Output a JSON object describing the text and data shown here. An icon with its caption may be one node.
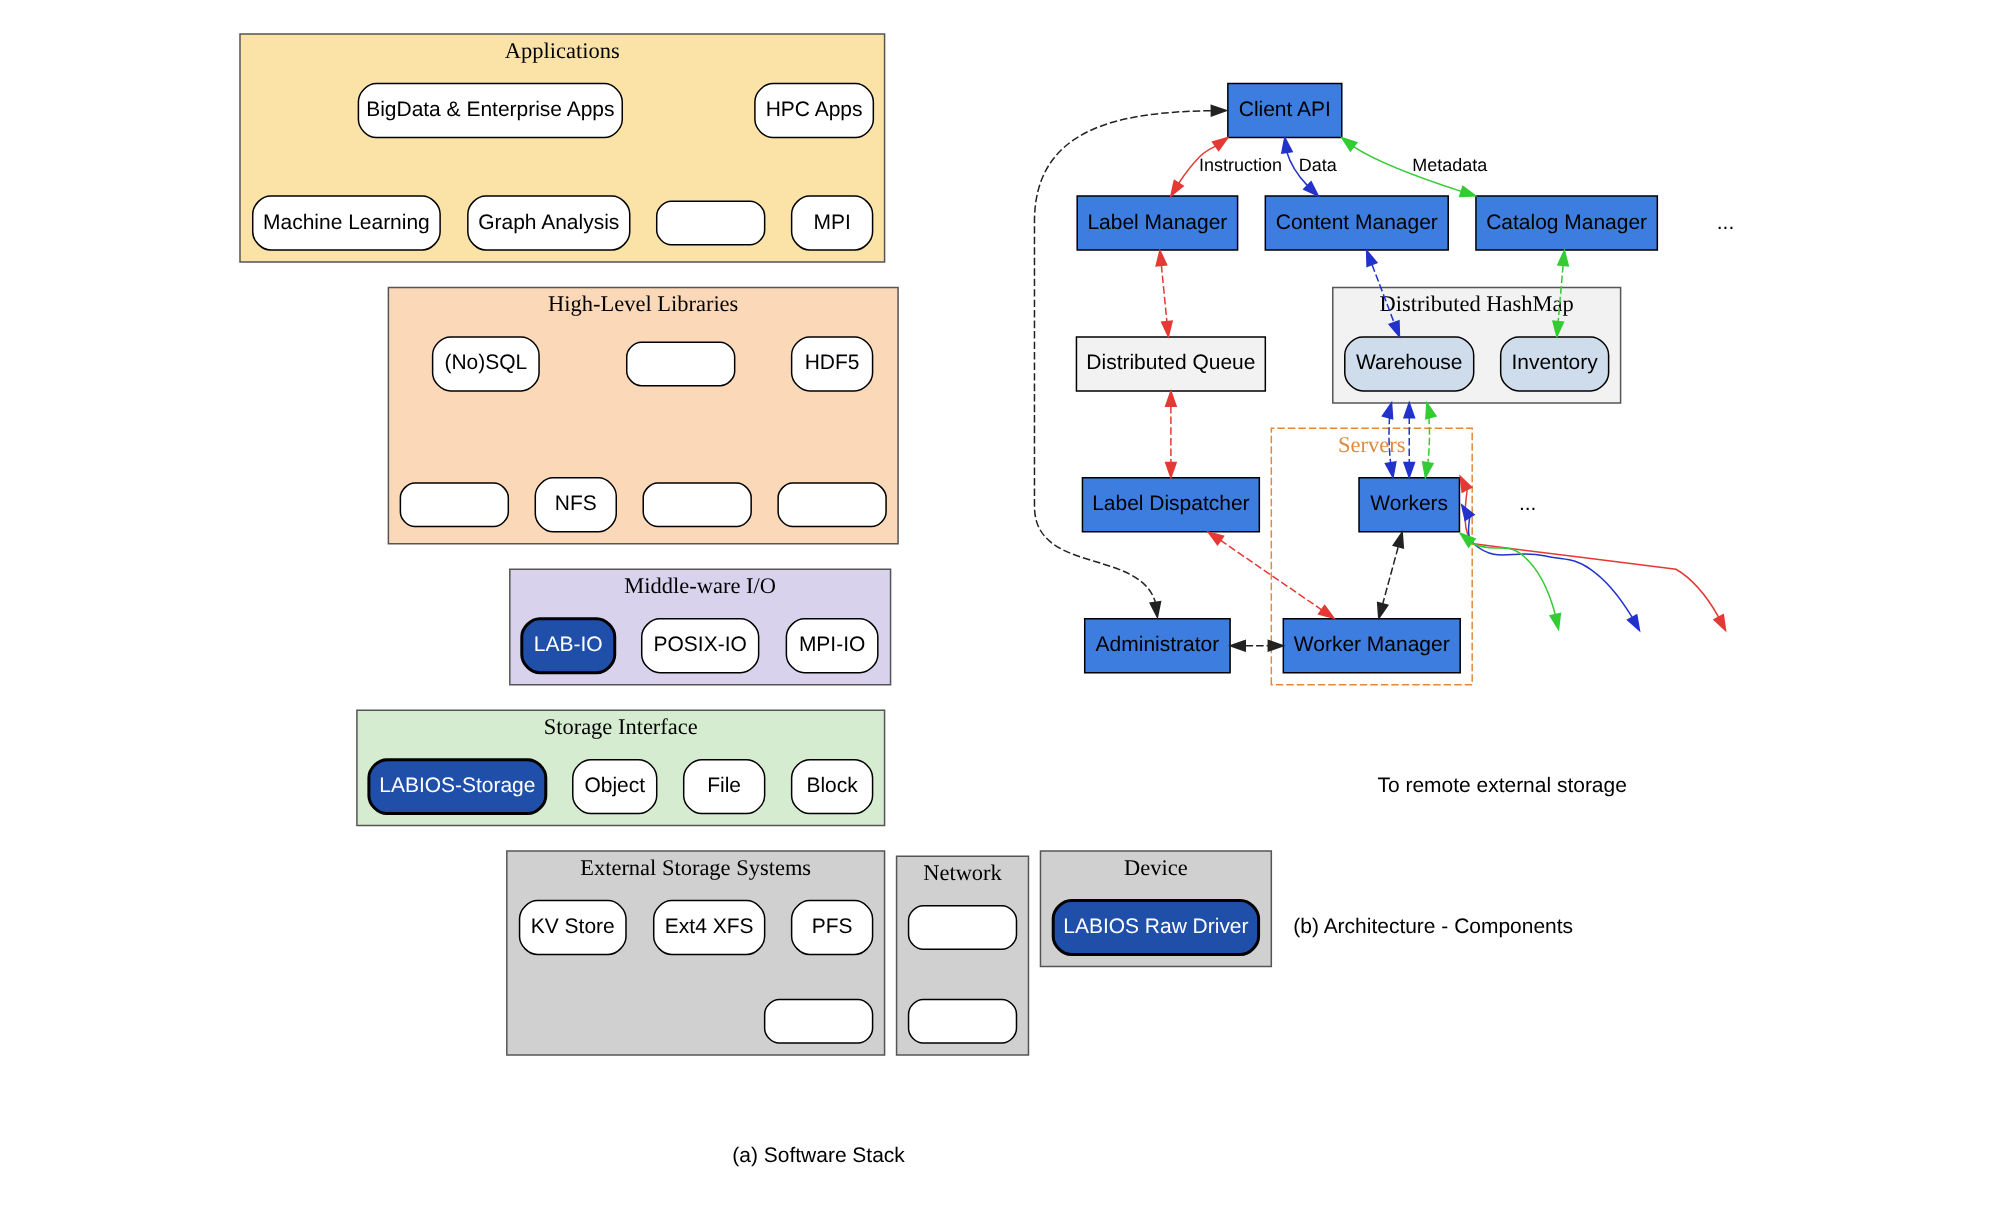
{
  "diagram": {
    "nodes": [
      {
        "text": [
          "Applications"
        ]
      },
      {
        "text": [
          "HPC Apps"
        ],
        "in": 0
      },
      {
        "text": [
          "BigData & Enterprise Apps"
        ],
        "in": 0
      },
      {
        "text": [
          "MPI"
        ],
        "in": 0
      },
      {
        "text": [],
        "shape": "box",
        "in": 0
      },
      {
        "text": [
          "Graph Analysis"
        ],
        "in": 0
      },
      {
        "text": [
          "Machine Learning"
        ],
        "in": 0
      },
      {
        "text": [
          "High-Level Libraries"
        ]
      },
      {
        "text": [
          "HDF5"
        ],
        "in": 7
      },
      {
        "text": [],
        "shape": "box",
        "in": 7
      },
      {
        "text": [
          "(No)SQL"
        ],
        "in": 7
      },
      {
        "text": [],
        "shape": "box",
        "in": 7
      },
      {
        "text": [
          "NFS"
        ],
        "in": 7
      },
      {
        "text": [],
        "shape": "box",
        "in": 7
      },
      {
        "text": [],
        "shape": "box",
        "in": 7
      },
      {
        "text": [
          "Middle-ware I/O"
        ]
      },
      {
        "text": [
          "MPI-IO"
        ],
        "in": 15
      },
      {
        "text": [
          "POSIX-IO"
        ],
        "in": 15
      },
      {
        "text": [
          "LAB-IO"
        ],
        "in": 15
      },
      {
        "text": [
          "Storage Interface"
        ]
      },
      {
        "text": [
          "Block"
        ],
        "in": 19
      },
      {
        "text": [
          "File"
        ],
        "in": 19
      },
      {
        "text": [
          "Object"
        ],
        "in": 19
      },
      {
        "text": [
          "LABIOS-Storage"
        ],
        "in": 19
      },
      {
        "text": [
          "External Storage Systems"
        ]
      },
      {
        "text": [
          "PFS"
        ],
        "in": 24
      },
      {
        "text": [],
        "shape": "box",
        "in": 24
      },
      {
        "text": [
          "Ext4 XFS"
        ],
        "in": 24
      },
      {
        "text": [
          "KV Store"
        ],
        "in": 24
      },
      {
        "text": [
          "Network"
        ]
      },
      {
        "text": [],
        "shape": "box",
        "in": 29
      },
      {
        "text": [],
        "shape": "box",
        "in": 29
      },
      {
        "text": [
          "Device"
        ]
      },
      {
        "text": [
          "LABIOS Raw Driver"
        ],
        "in": 32
      },
      {
        "text": [
          "Client API"
        ]
      },
      {
        "text": [
          "Label Manager"
        ]
      },
      {
        "text": [
          "Content Manager"
        ]
      },
      {
        "text": [
          "Catalog Manager"
        ]
      },
      {
        "text": [
          "Distributed Queue"
        ]
      },
      {
        "text": [
          "Distributed HashMap"
        ]
      },
      {
        "text": [
          "Warehouse"
        ],
        "in": 39
      },
      {
        "text": [
          "Inventory"
        ],
        "in": 39
      },
      {
        "text": [
          "Servers"
        ]
      },
      {
        "text": [
          "Label Dispatcher"
        ]
      },
      {
        "text": [
          "Workers"
        ],
        "in": 42
      },
      {
        "text": [
          "Worker Manager"
        ],
        "in": 42
      },
      {
        "text": [
          "Administrator"
        ]
      }
    ],
    "edges": [
      {
        "from": 34,
        "to": 35,
        "arrow": "both",
        "label": "Instruction",
        "color": "#e53935"
      },
      {
        "from": 34,
        "to": 36,
        "arrow": "both",
        "label": "Data",
        "color": "#2233cc"
      },
      {
        "from": 34,
        "to": 37,
        "arrow": "both",
        "label": "Metadata",
        "color": "#33cc33"
      },
      {
        "from": 35,
        "to": 38,
        "arrow": "both",
        "style": "dashed",
        "color": "#e53935"
      },
      {
        "from": 36,
        "to": 40,
        "arrow": "both",
        "style": "dashed",
        "color": "#2233cc"
      },
      {
        "from": 37,
        "to": 41,
        "arrow": "both",
        "style": "dashed",
        "color": "#33cc33"
      },
      {
        "from": 38,
        "to": 43,
        "arrow": "both",
        "style": "dashed",
        "color": "#e53935"
      },
      {
        "from": 39,
        "to": 44,
        "arrow": "both",
        "style": "dashed",
        "color": "#2233cc"
      },
      {
        "from": 39,
        "to": 44,
        "arrow": "both",
        "style": "dashed",
        "color": "#2233cc"
      },
      {
        "from": 39,
        "to": 44,
        "arrow": "both",
        "style": "dashed",
        "color": "#33cc33"
      },
      {
        "from": 43,
        "to": 45,
        "arrow": "both",
        "style": "dashed",
        "color": "#e53935"
      },
      {
        "from": 44,
        "to": 45,
        "arrow": "both",
        "style": "dashed",
        "color": "#222222"
      },
      {
        "from": 46,
        "to": 45,
        "arrow": "both",
        "style": "dashed",
        "color": "#222222"
      },
      {
        "from": 34,
        "to": 46,
        "arrow": "both",
        "style": "dashed",
        "color": "#222222"
      },
      {
        "from": 44,
        "to": null,
        "arrow": "both",
        "color": "#e53935"
      },
      {
        "from": 44,
        "to": null,
        "arrow": "both",
        "color": "#2233cc"
      },
      {
        "from": 44,
        "to": null,
        "arrow": "both",
        "color": "#33cc33"
      }
    ],
    "labels": [
      "...",
      "...",
      "To remote external storage",
      "(a) Software Stack",
      "(b) Architecture - Components"
    ]
  }
}
